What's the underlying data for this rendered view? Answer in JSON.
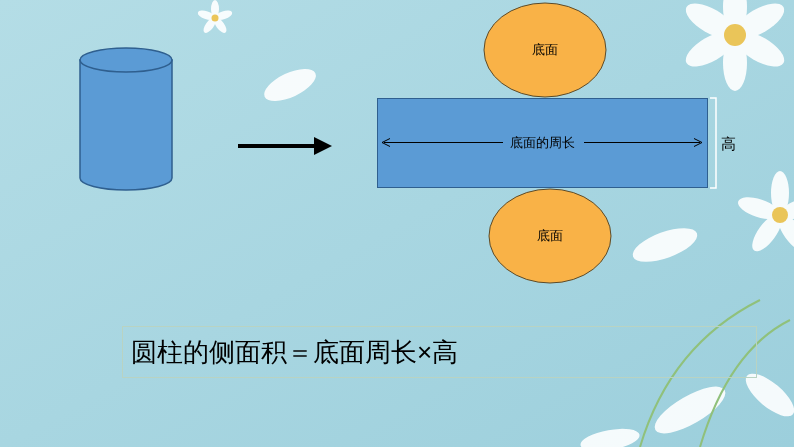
{
  "diagram": {
    "nodes": [
      {
        "text": [
          "底面"
        ]
      },
      {
        "text": [
          "底面的周长"
        ]
      },
      {
        "text": [
          "底面"
        ]
      },
      {
        "text": [
          "圆柱的侧面积＝底面周长×高"
        ]
      }
    ],
    "labels": [
      "高"
    ]
  }
}
